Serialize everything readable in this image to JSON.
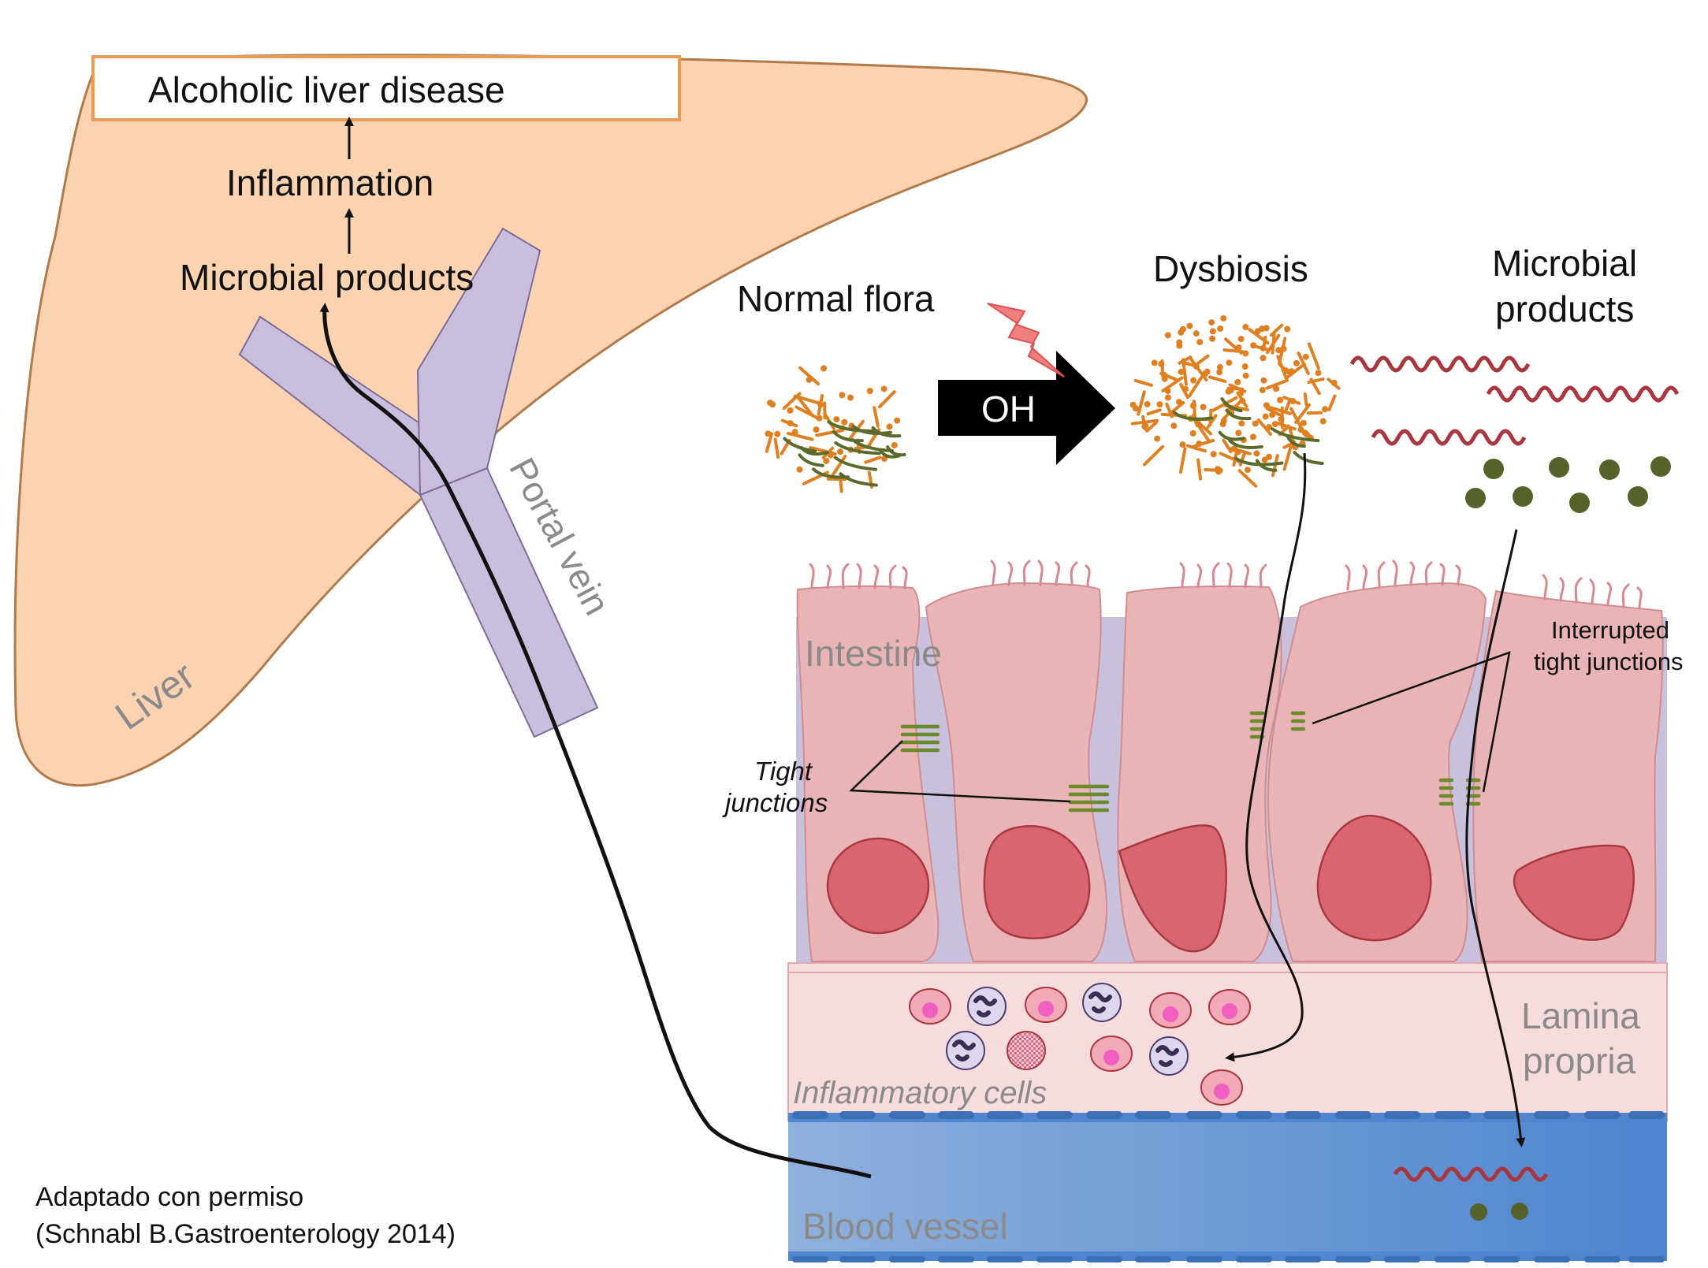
{
  "liver": {
    "label": "Liver",
    "disease_box": "Alcoholic liver disease",
    "inflammation": "Inflammation",
    "microbial_products": "Microbial products"
  },
  "portal_vein": {
    "label": "Portal vein"
  },
  "flora": {
    "normal": "Normal flora",
    "oh": "OH",
    "dysbiosis": "Dysbiosis",
    "microbial_products_line1": "Microbial",
    "microbial_products_line2": "products"
  },
  "intestine": {
    "label": "Intestine",
    "tight_line1": "Tight",
    "tight_line2": "junctions",
    "interrupted_line1": "Interrupted",
    "interrupted_line2": "tight junctions"
  },
  "lamina": {
    "line1": "Lamina",
    "line2": "propria",
    "inflammatory_cells": "Inflammatory cells"
  },
  "blood_vessel": {
    "label": "Blood vessel"
  },
  "credit": {
    "line1": "Adaptado con permiso",
    "line2": "(Schnabl B.Gastroenterology  2014)"
  },
  "colors": {
    "liver_fill": "#fbd3b0",
    "liver_stroke": "#b07a4a",
    "box_stroke": "#e99a55",
    "vein_fill": "#c9bedd",
    "vein_stroke": "#7d6c99",
    "cell_fill": "#e8b4b5",
    "nucleus_fill": "#d9666f",
    "junction": "#6b8a2a",
    "orange_bacteria": "#e07f20",
    "green_bacteria": "#5a6b2c",
    "red_wave": "#a8363c",
    "blood_light": "#8aa9d6",
    "blood_dark": "#4f86cf",
    "lamina_fill": "#f6dcdc"
  }
}
